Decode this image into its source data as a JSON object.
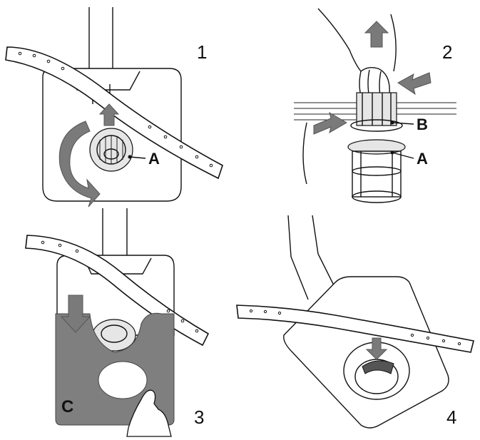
{
  "steps": [
    {
      "number": "1",
      "callouts": [
        "A"
      ]
    },
    {
      "number": "2",
      "callouts": [
        "B",
        "A"
      ]
    },
    {
      "number": "3",
      "callouts": [
        "C"
      ]
    },
    {
      "number": "4",
      "callouts": []
    }
  ],
  "colors": {
    "arrow_fill": "#7a7a7a",
    "cover_plate": "#7f7f7f",
    "line": "#111111"
  }
}
